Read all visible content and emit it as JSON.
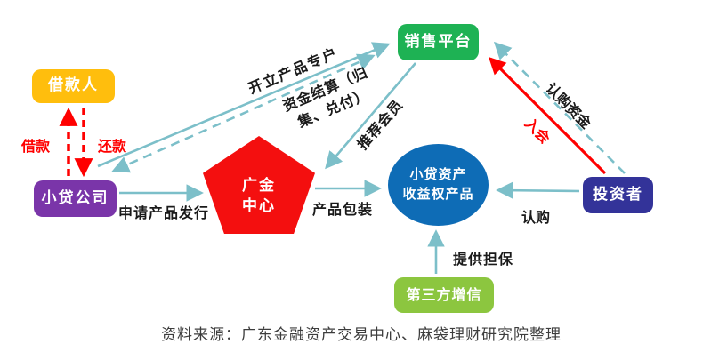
{
  "diagram": {
    "nodes": {
      "borrower": {
        "label": "借款人",
        "color": "#FFBE0D"
      },
      "loan_company": {
        "label": "小贷公司",
        "color": "#7A35A9"
      },
      "sales_platform": {
        "label": "销售平台",
        "color": "#1EB254"
      },
      "guangjin_center": {
        "line1": "广金",
        "line2": "中心",
        "color": "#F40F0F"
      },
      "income_right_product": {
        "line1": "小贷资产",
        "line2": "收益权产品",
        "color": "#0E6CB6"
      },
      "investor": {
        "label": "投资者",
        "color": "#333399"
      },
      "third_party_credit": {
        "label": "第三方增信",
        "color": "#8CC63F"
      }
    },
    "edge_labels": {
      "lend": "借款",
      "repay": "还款",
      "apply_product_issue": "申请产品发行",
      "open_product_account": "开立产品专户",
      "fund_settlement_line1": "资金结算（归",
      "fund_settlement_line2": "集、兑付）",
      "recommend_members": "推荐会员",
      "product_packaging": "产品包装",
      "join_membership": "入会",
      "subscription_funds": "认购资金",
      "subscribe": "认购",
      "provide_guarantee": "提供担保"
    },
    "caption": "资料来源：广东金融资产交易中心、麻袋理财研究院整理",
    "colors": {
      "teal_arrow": "#7CBFC9",
      "red_arrow": "#FF0000",
      "edge_label_text": "#1A1A1A",
      "caption_text": "#3D3D3D"
    }
  }
}
